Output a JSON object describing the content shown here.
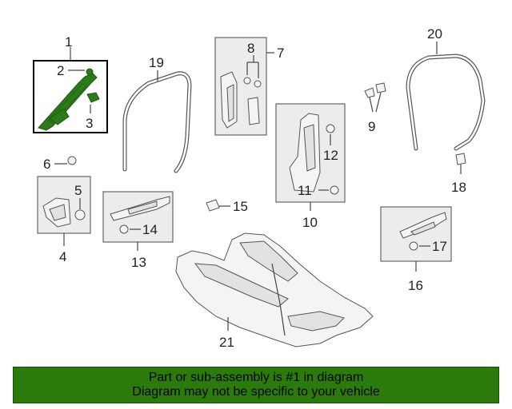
{
  "callouts": {
    "c1": "1",
    "c2": "2",
    "c3": "3",
    "c4": "4",
    "c5": "5",
    "c6": "6",
    "c7": "7",
    "c8": "8",
    "c9": "9",
    "c10": "10",
    "c11": "11",
    "c12": "12",
    "c13": "13",
    "c14": "14",
    "c15": "15",
    "c16": "16",
    "c17": "17",
    "c18": "18",
    "c19": "19",
    "c20": "20",
    "c21": "21"
  },
  "banner": {
    "line1": "Part or sub-assembly is #1 in diagram",
    "line2": "Diagram may not be specific to your vehicle"
  },
  "colors": {
    "highlight_part": "#2d7a1b",
    "banner_background": "#2a7b0c"
  }
}
